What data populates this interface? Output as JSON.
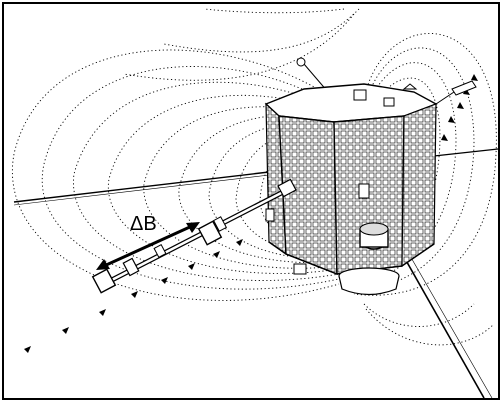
{
  "figure": {
    "annotation_label": "ΔB",
    "colors": {
      "line": "#000000",
      "background": "#ffffff"
    }
  },
  "elements": {
    "spacecraft": "spacecraft-body",
    "solar_panels": "solar-panel-array",
    "magnetometer_boom": "magnetometer-boom",
    "field_lines": "magnetic-field-lines",
    "wire_antennas": "wire-antenna",
    "gradient_arrow": "delta-b-arrow"
  }
}
